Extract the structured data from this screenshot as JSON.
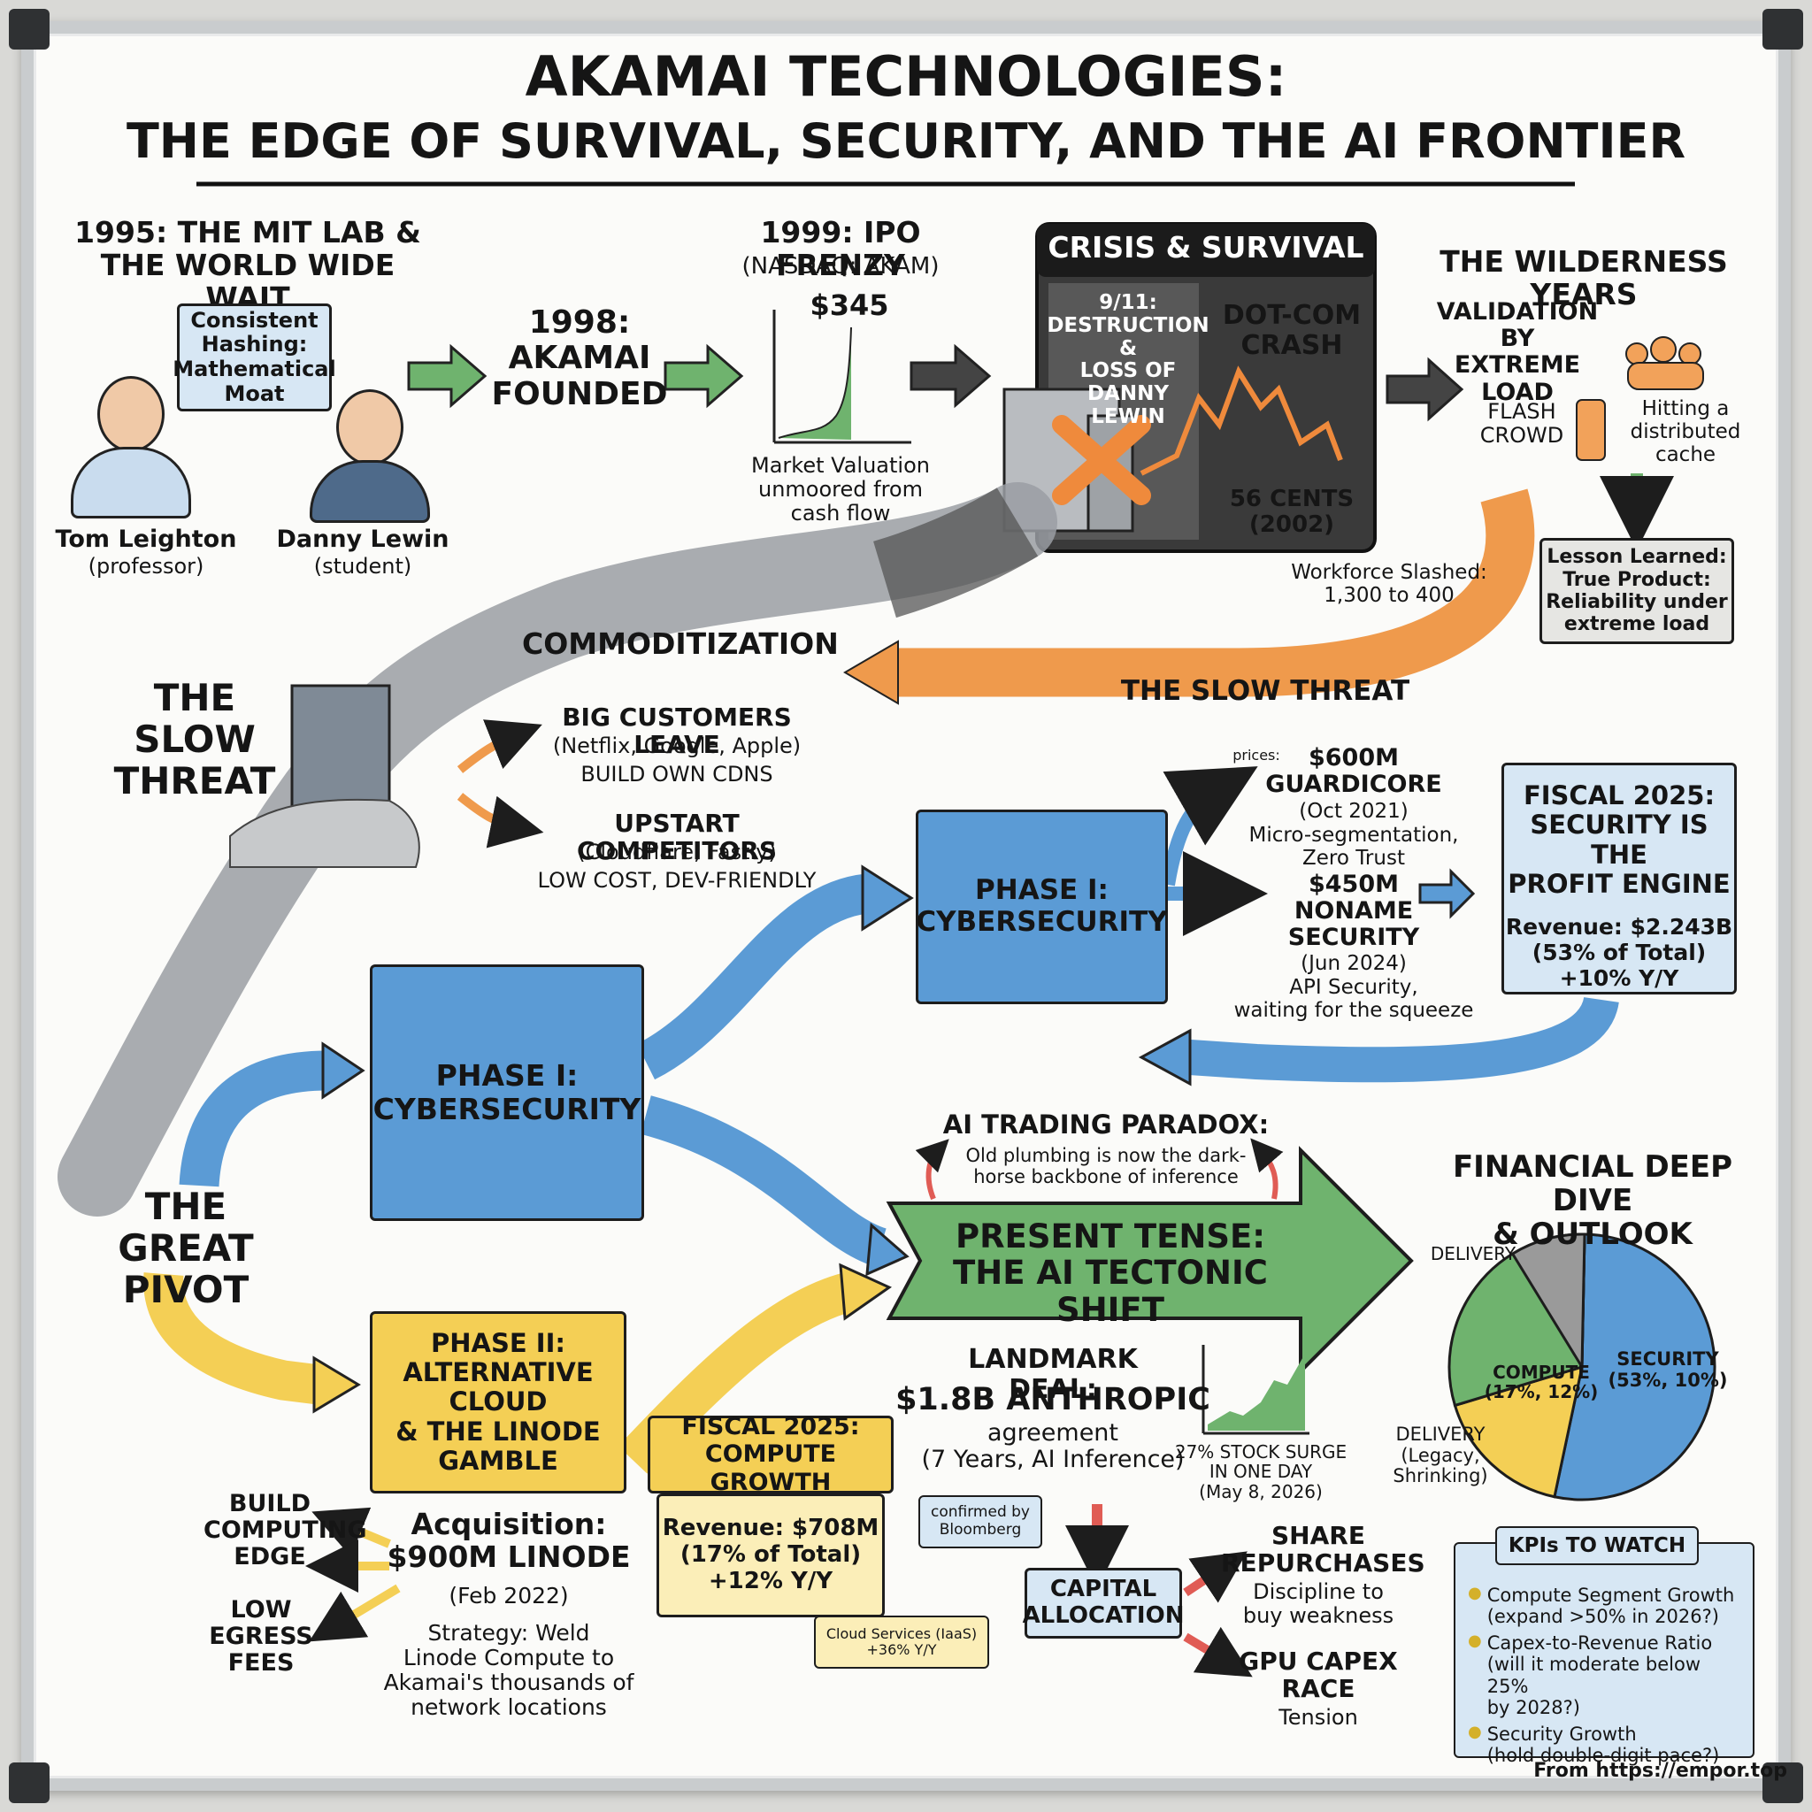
{
  "title": {
    "line1": "AKAMAI TECHNOLOGIES:",
    "line2": "THE EDGE OF SURVIVAL, SECURITY, AND THE AI FRONTIER"
  },
  "origin": {
    "heading": "1995: THE MIT LAB &\nTHE WORLD WIDE WAIT",
    "idea_box": "Consistent\nHashing:\nMathematical\nMoat",
    "person1_name": "Tom Leighton",
    "person1_role": "(professor)",
    "person2_name": "Danny Lewin",
    "person2_role": "(student)"
  },
  "founded": "1998:\nAKAMAI\nFOUNDED",
  "ipo": {
    "heading": "1999: IPO FRENZY",
    "ticker": "(NASDAQ: AKAM)",
    "peak": "$345",
    "caption": "Market Valuation\nunmoored from\ncash flow"
  },
  "crisis": {
    "banner": "CRISIS & SURVIVAL",
    "left_text": "9/11:\nDESTRUCTION &\nLOSS OF DANNY\nLEWIN",
    "right_text": "DOT-COM\nCRASH",
    "low_price": "56 CENTS\n(2002)",
    "workforce": "Workforce Slashed:\n1,300 to 400"
  },
  "wilderness": {
    "heading": "THE WILDERNESS YEARS",
    "validation": "VALIDATION BY\nEXTREME LOAD",
    "flash_crowd": "FLASH\nCROWD",
    "distributed": "Hitting a\ndistributed\ncache",
    "lesson": "Lesson Learned:\nTrue Product:\nReliability under\nextreme load"
  },
  "slow_threat": {
    "commoditization": "COMMODITIZATION",
    "arrow_label": "THE SLOW THREAT",
    "side_label": "THE\nSLOW\nTHREAT",
    "customers_title": "BIG CUSTOMERS LEAVE",
    "customers_detail": "(Netflix, Google, Apple)",
    "customers_result": "BUILD OWN CDNS",
    "competitors_title": "UPSTART COMPETITORS",
    "competitors_detail": "(Cloudflare, Fastly)",
    "competitors_result": "LOW COST, DEV-FRIENDLY"
  },
  "great_pivot": "THE GREAT\nPIVOT",
  "phase1_big": "PHASE I:\nCYBERSECURITY",
  "phase1_small": "PHASE I:\nCYBERSECURITY",
  "acquisitions": {
    "prices_mark": "prices:",
    "guardicore": "$600M\nGUARDICORE",
    "guardicore_date": "(Oct 2021)",
    "guardicore_desc": "Micro-segmentation,\nZero Trust",
    "noname": "$450M\nNONAME\nSECURITY",
    "noname_date": "(Jun 2024)",
    "noname_desc": "API Security,\nwaiting for the squeeze"
  },
  "security_fiscal": {
    "title": "FISCAL 2025:\nSECURITY IS THE\nPROFIT ENGINE",
    "revenue": "Revenue: $2.243B\n(53% of Total)\n+10% Y/Y"
  },
  "phase2": {
    "box": "PHASE II:\nALTERNATIVE CLOUD\n& THE LINODE\nGAMBLE",
    "build_edge": "BUILD\nCOMPUTING\nEDGE",
    "low_egress": "LOW\nEGRESS\nFEES",
    "acq_title": "Acquisition:\n$900M LINODE",
    "acq_date": "(Feb 2022)",
    "strategy": "Strategy: Weld\nLinode Compute to\nAkamai's thousands of\nnetwork locations"
  },
  "compute_fiscal": {
    "title": "FISCAL 2025:\nCOMPUTE GROWTH",
    "revenue": "Revenue: $708M\n(17% of Total)\n+12% Y/Y",
    "cloud": "Cloud Services (IaaS)\n+36% Y/Y"
  },
  "ai": {
    "paradox_title": "AI TRADING PARADOX:",
    "paradox_desc": "Old plumbing is now the dark-\nhorse backbone of inference",
    "present": "PRESENT TENSE:\nTHE AI TECTONIC SHIFT",
    "deal_title": "LANDMARK DEAL:",
    "deal_amount": "$1.8B ANTHROPIC",
    "deal_desc": "agreement\n(7 Years, AI Inference)",
    "confirmed": "confirmed by\nBloomberg",
    "surge": "27% STOCK SURGE\nIN ONE DAY\n(May 8, 2026)",
    "capital": "CAPITAL\nALLOCATION",
    "repurchase_title": "SHARE\nREPURCHASES",
    "repurchase_desc": "Discipline to\nbuy weakness",
    "gpu_title": "GPU CAPEX\nRACE",
    "gpu_desc": "Tension"
  },
  "outlook": {
    "heading": "FINANCIAL DEEP DIVE\n& OUTLOOK",
    "delivery_top": "DELIVERY",
    "delivery_bottom": "DELIVERY\n(Legacy,\nShrinking)",
    "compute_label": "COMPUTE\n(17%, 12%)",
    "security_label": "SECURITY\n(53%, 10%)"
  },
  "chart_data": {
    "type": "pie",
    "categories": [
      "SECURITY",
      "COMPUTE",
      "DELIVERY"
    ],
    "values": [
      53,
      17,
      30
    ],
    "colors": [
      "#5b9bd5",
      "#f4cf55",
      "#6fb36e"
    ]
  },
  "kpis": {
    "title": "KPIs TO WATCH",
    "items": [
      "Compute Segment Growth\n(expand >50% in 2026?)",
      "Capex-to-Revenue Ratio\n(will it moderate below 25%\nby 2028?)",
      "Security Growth\n(hold double-digit pace?)"
    ]
  },
  "footer": "From https://empor.top",
  "colors": {
    "blue": "#5b9bd5",
    "yellow": "#f4cf55",
    "green": "#6fb36e",
    "orange": "#ef9a4c",
    "grey": "#9a9ea3",
    "red": "#e05c55"
  }
}
